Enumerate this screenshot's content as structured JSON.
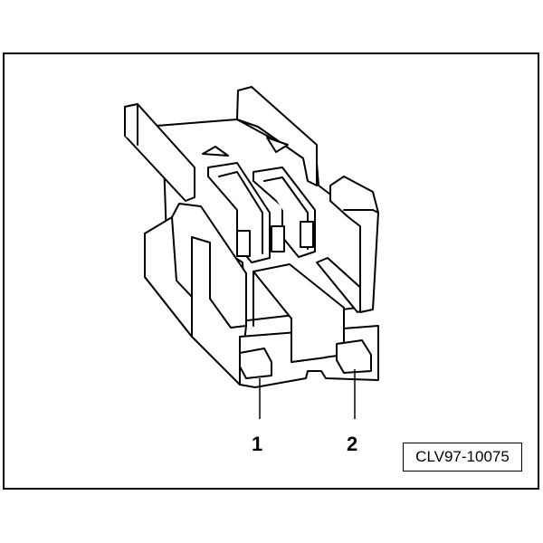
{
  "figure": {
    "callouts": [
      {
        "id": "1",
        "label": "1"
      },
      {
        "id": "2",
        "label": "2"
      }
    ],
    "reference_code": "CLV97-10075"
  },
  "colors": {
    "line": "#000000",
    "fill": "#ffffff"
  }
}
